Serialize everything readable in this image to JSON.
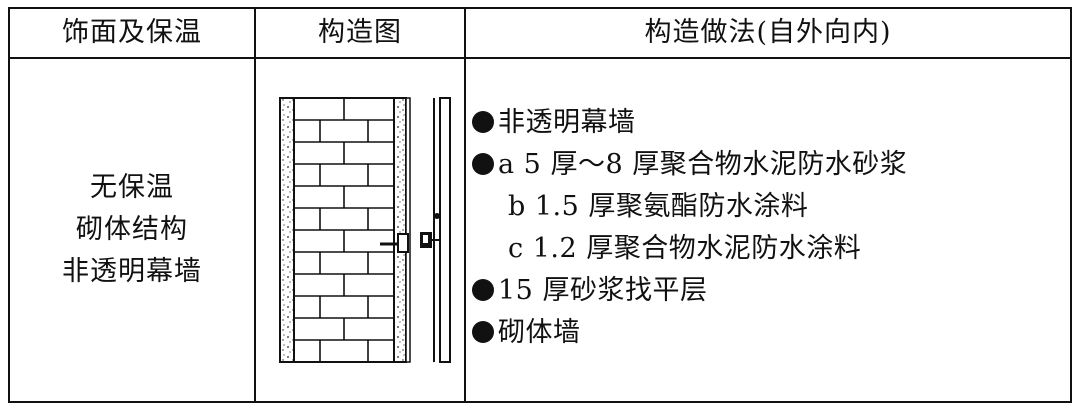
{
  "headers": {
    "finish": "饰面及保温",
    "diagram": "构造图",
    "method": "构造做法(自外向内)"
  },
  "left_lines": [
    "无保温",
    "砌体结构",
    "非透明幕墙"
  ],
  "method_items": [
    {
      "bullet": true,
      "text": "非透明幕墙"
    },
    {
      "bullet": true,
      "text": "a 5 厚～8 厚聚合物水泥防水砂浆"
    },
    {
      "bullet": false,
      "text": "b 1.5 厚聚氨酯防水涂料"
    },
    {
      "bullet": false,
      "text": "c 1.2 厚聚合物水泥防水涂料"
    },
    {
      "bullet": true,
      "text": "15 厚砂浆找平层"
    },
    {
      "bullet": true,
      "text": "砌体墙"
    }
  ]
}
